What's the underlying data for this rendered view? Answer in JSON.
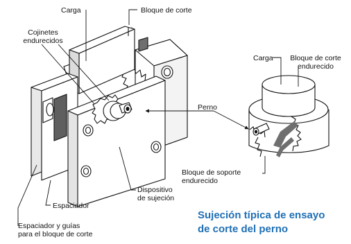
{
  "labels": {
    "carga_left": "Carga",
    "bloque_corte": "Bloque de corte",
    "cojinetes": [
      "Cojinetes",
      "endurecidos"
    ],
    "carga_right": "Carga",
    "bloque_corte_endurecido": [
      "Bloque de corte",
      "endurecido"
    ],
    "perno": "Perno",
    "bloque_soporte": [
      "Bloque de soporte",
      "endurecido"
    ],
    "dispositivo": [
      "Dispositivo",
      "de sujeción"
    ],
    "espaciador": "Espaciador",
    "espaciador_guias": [
      "Espaciador y guías",
      "para el bloque de corte"
    ]
  },
  "caption": [
    "Sujeción típica de ensayo",
    "de corte del perno"
  ],
  "colors": {
    "caption": "#1f6fb4",
    "line": "#111111",
    "shade": "#6f6f6f",
    "background": "#ffffff"
  }
}
